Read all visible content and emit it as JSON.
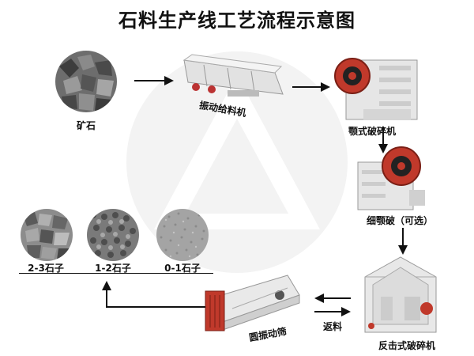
{
  "title": "石料生产线工艺流程示意图",
  "nodes": {
    "ore": "矿石",
    "feeder": "振动给料机",
    "jaw_crusher": "颚式破碎机",
    "fine_jaw": "细颚破（可选）",
    "impact_crusher": "反击式破碎机",
    "screen": "圆振动筛",
    "return": "返料",
    "stone_23": "2-3石子",
    "stone_12": "1-2石子",
    "stone_01": "0-1石子"
  },
  "colors": {
    "arrow": "#111111",
    "machine_red": "#c0392b",
    "machine_white": "#e6e6e6",
    "gravel_dark": "#5a5a5a",
    "watermark": "#f2f2f2"
  }
}
